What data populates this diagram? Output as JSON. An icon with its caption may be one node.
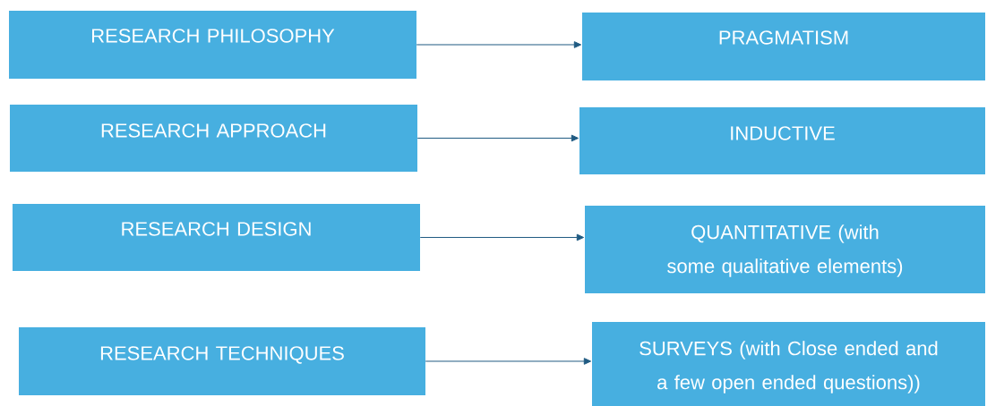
{
  "diagram": {
    "nodes": [
      {
        "text": [
          "RESEARCH PHILOSOPHY"
        ]
      },
      {
        "text": [
          "PRAGMATISM"
        ]
      },
      {
        "text": [
          "RESEARCH APPROACH"
        ]
      },
      {
        "text": [
          "INDUCTIVE"
        ]
      },
      {
        "text": [
          "RESEARCH DESIGN"
        ]
      },
      {
        "text": [
          "QUANTITATIVE (with some qualitative elements)"
        ]
      },
      {
        "text": [
          "RESEARCH TECHNIQUES"
        ]
      },
      {
        "text": [
          "SURVEYS (with Close ended and a few open ended questions))"
        ]
      }
    ],
    "edges": [
      {
        "from": 0,
        "to": 1,
        "arrow": "to"
      },
      {
        "from": 2,
        "to": 3,
        "arrow": "to"
      },
      {
        "from": 4,
        "to": 5,
        "arrow": "to"
      },
      {
        "from": 6,
        "to": 7,
        "arrow": "to"
      }
    ]
  }
}
